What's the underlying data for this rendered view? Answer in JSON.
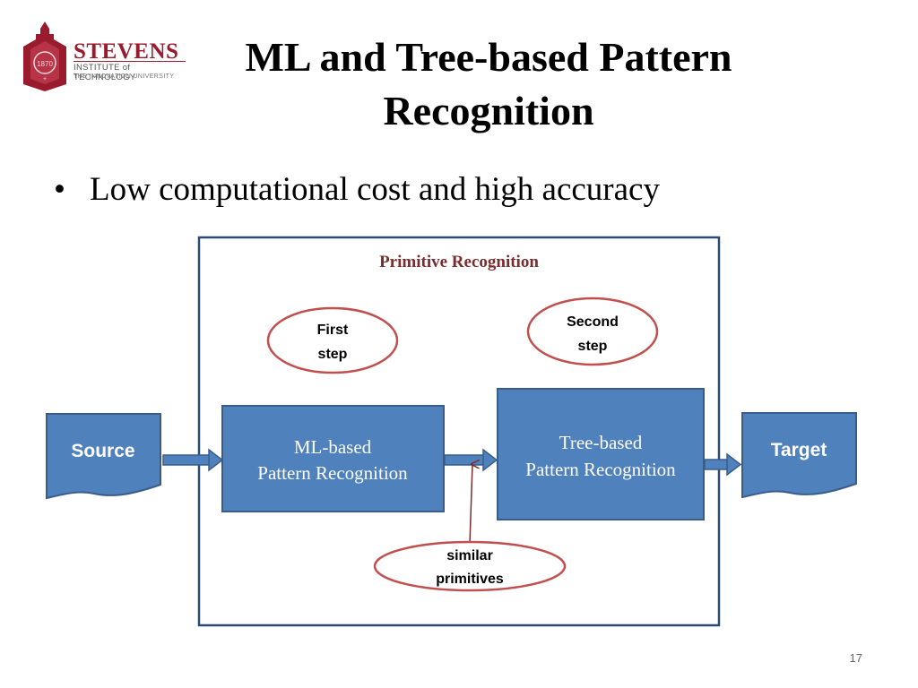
{
  "slide": {
    "title": "ML and Tree-based Pattern Recognition",
    "bullet": "Low computational cost and high accuracy",
    "page_number": "17"
  },
  "logo": {
    "name": "STEVENS",
    "subtitle": "INSTITUTE of TECHNOLOGY",
    "tagline": "THE INNOVATION UNIVERSITY",
    "seal_year": "1870"
  },
  "diagram": {
    "frame_label": "Primitive Recognition",
    "source": "Source",
    "target": "Target",
    "ml_box_line1": "ML-based",
    "ml_box_line2": "Pattern Recognition",
    "tree_box_line1": "Tree-based",
    "tree_box_line2": "Pattern Recognition",
    "first_step_line1": "First",
    "first_step_line2": "step",
    "second_step_line1": "Second",
    "second_step_line2": "step",
    "similar_line1": "similar",
    "similar_line2": "primitives"
  },
  "colors": {
    "box_fill": "#4f81bd",
    "box_border": "#385d8a",
    "frame_border": "#2e4a6e",
    "ellipse_border": "#c0504d",
    "frame_label": "#7b2c2c",
    "logo_red": "#9a1b2d"
  }
}
